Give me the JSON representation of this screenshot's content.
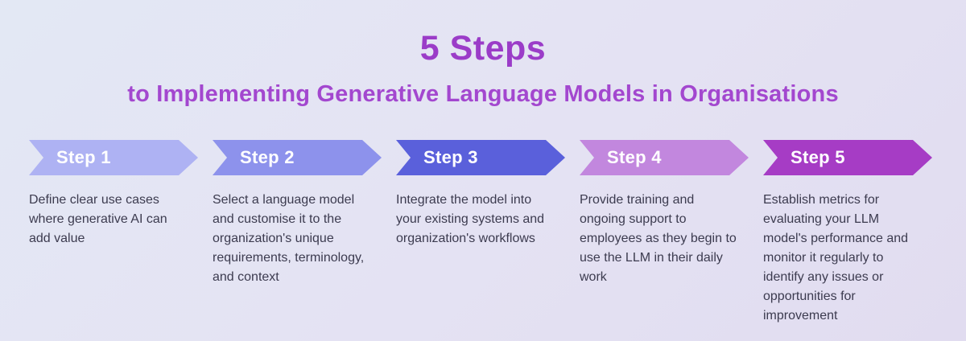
{
  "header": {
    "title": "5 Steps",
    "subtitle": "to Implementing Generative Language Models in Organisations",
    "title_color": "#9b3cc8",
    "subtitle_color": "#a347cf"
  },
  "steps": [
    {
      "label": "Step 1",
      "color": "#aeb2f3",
      "description": "Define clear use cases where generative AI can add value"
    },
    {
      "label": "Step 2",
      "color": "#8d92ec",
      "description": "Select a language model and customise it to the organization's unique requirements, terminology, and context"
    },
    {
      "label": "Step 3",
      "color": "#5a60db",
      "description": "Integrate the model into your existing systems and organization's workflows"
    },
    {
      "label": "Step 4",
      "color": "#c287de",
      "description": "Provide training and ongoing support to employees as they begin to use the LLM in their daily work"
    },
    {
      "label": "Step 5",
      "color": "#a63cc5",
      "description": "Establish metrics for evaluating your LLM model's performance and monitor it regularly to identify any issues or opportunities for improvement"
    }
  ]
}
